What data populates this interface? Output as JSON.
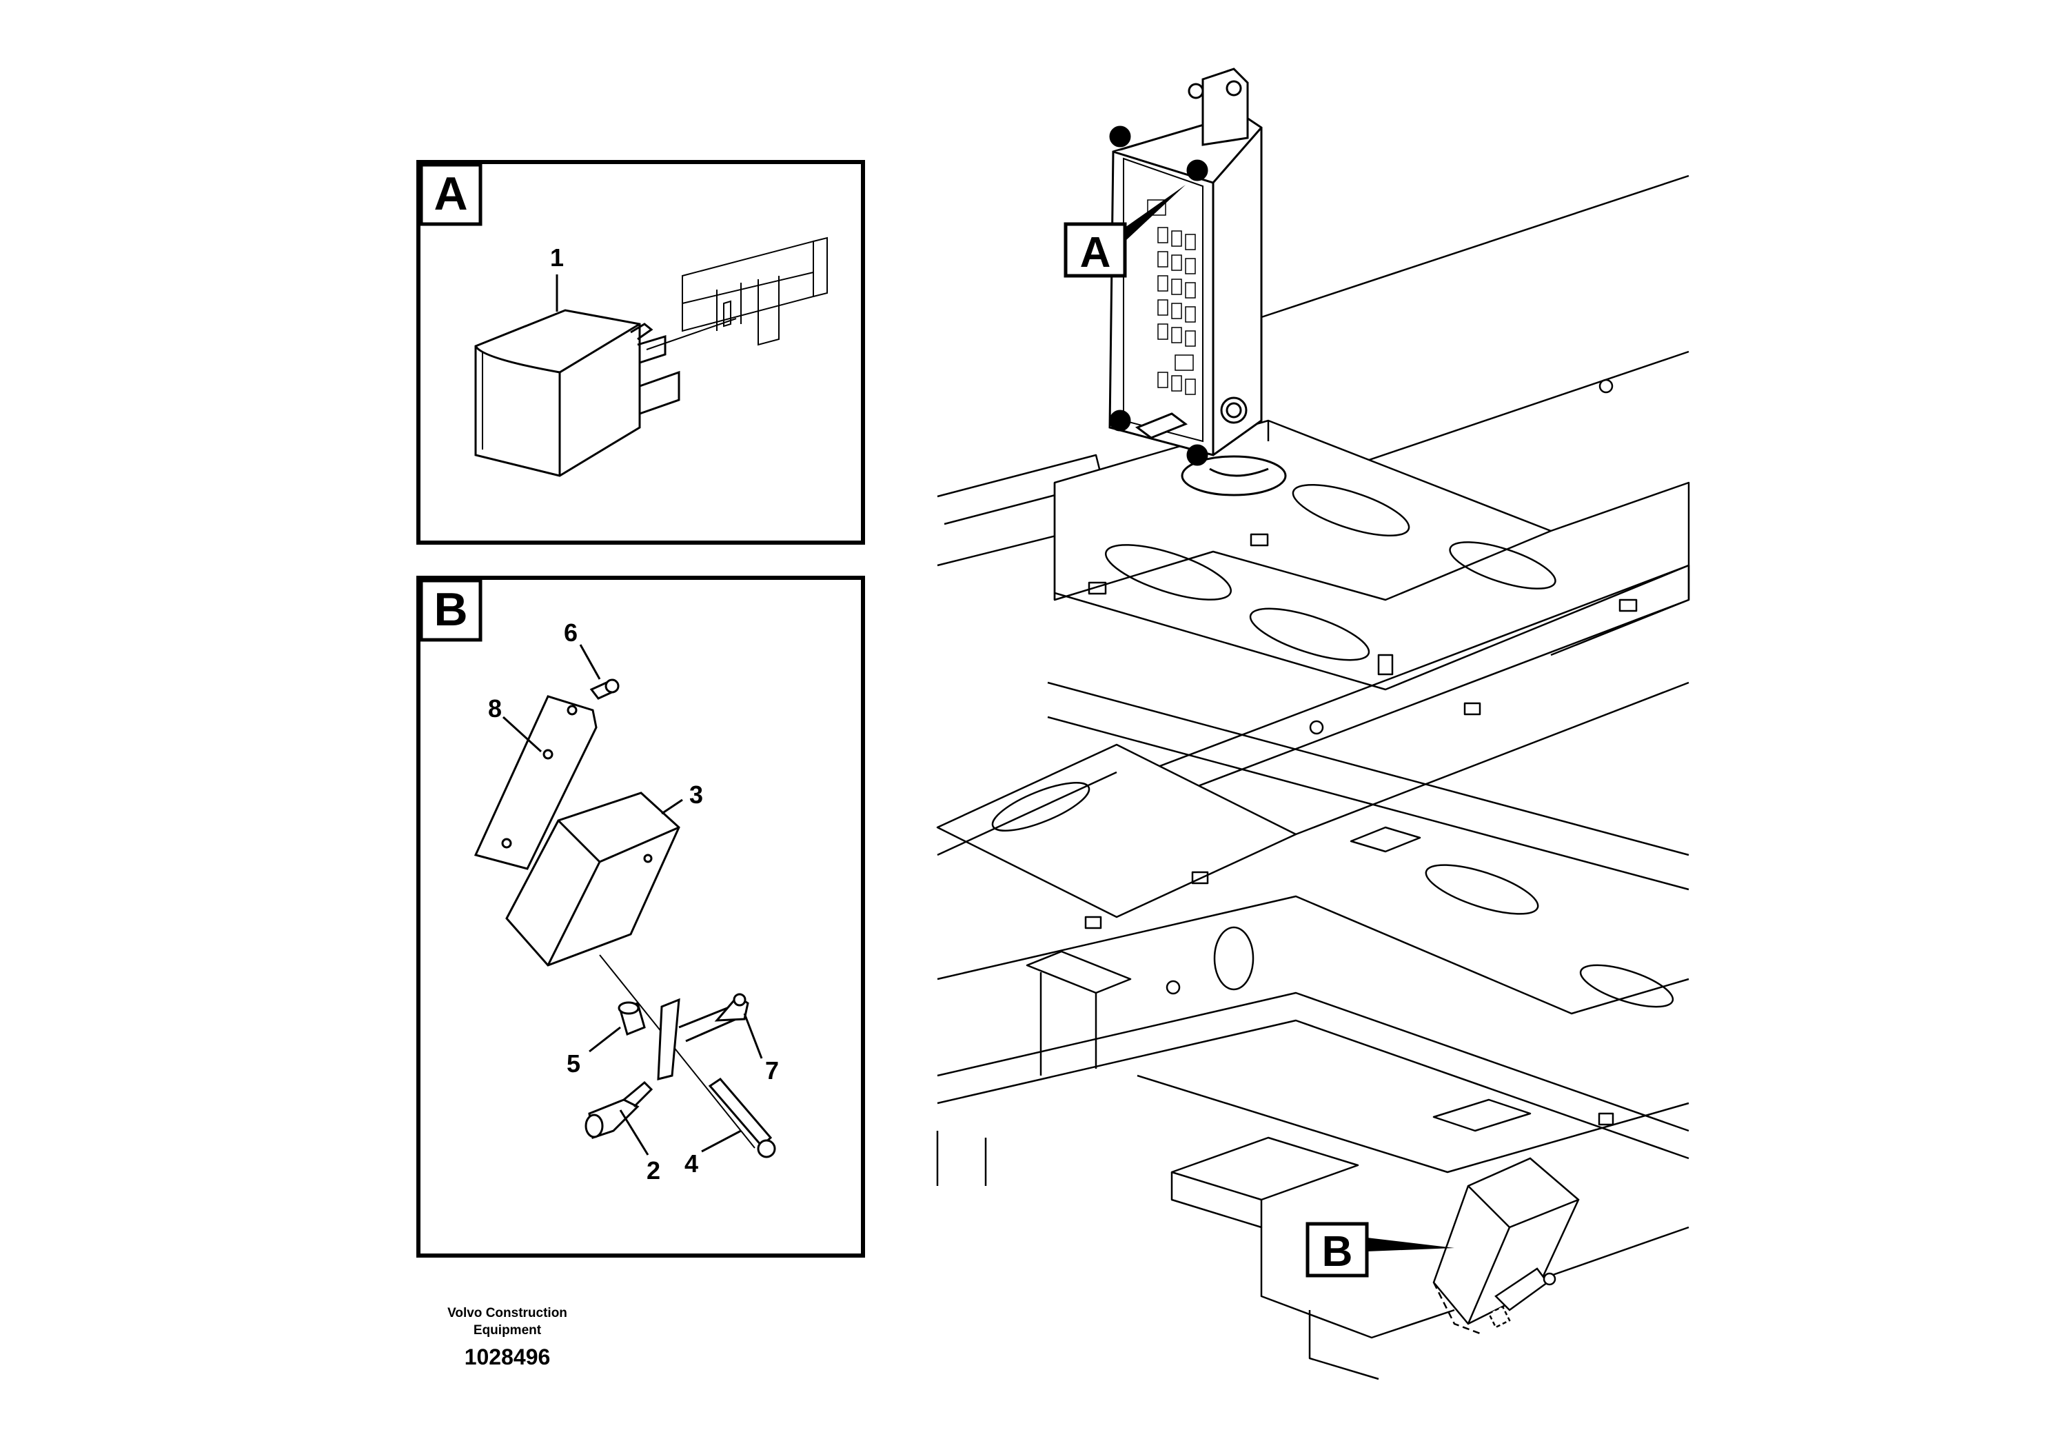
{
  "detail_a": {
    "label": "A",
    "items": [
      {
        "number": "1",
        "part": "relay"
      }
    ]
  },
  "detail_b": {
    "label": "B",
    "items": [
      {
        "number": "6"
      },
      {
        "number": "8"
      },
      {
        "number": "3"
      },
      {
        "number": "5"
      },
      {
        "number": "7"
      },
      {
        "number": "2"
      },
      {
        "number": "4"
      }
    ]
  },
  "main_view": {
    "callout_a": "A",
    "callout_b": "B"
  },
  "footer": {
    "company_line1": "Volvo Construction",
    "company_line2": "Equipment",
    "document_number": "1028496"
  }
}
